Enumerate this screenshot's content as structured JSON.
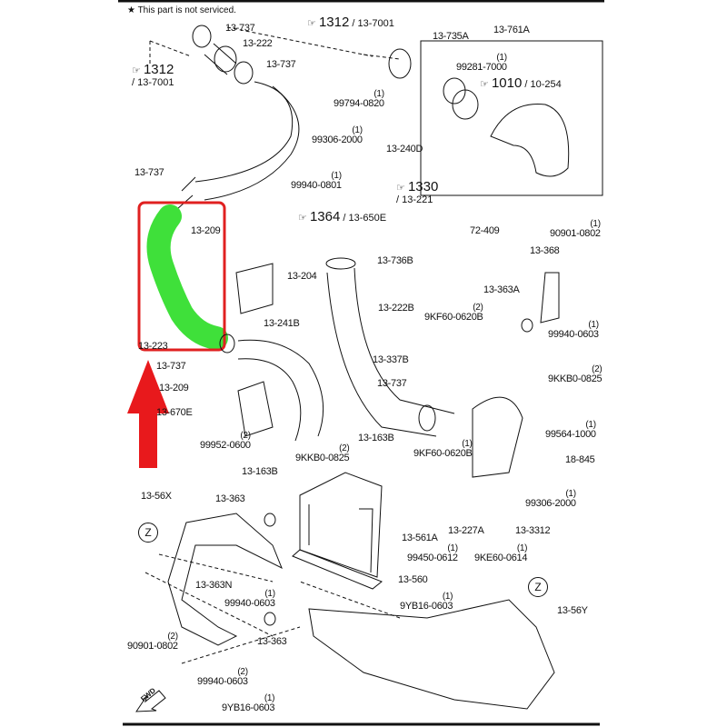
{
  "note": "★ This part is not serviced.",
  "references": [
    {
      "icon": "pointing-hand-icon",
      "num": "1312",
      "sub": "/ 13-7001"
    },
    {
      "icon": "pointing-hand-icon",
      "num": "1312",
      "sub": "/ 13-7001"
    },
    {
      "icon": "pointing-hand-icon",
      "num": "1010",
      "sub": "/ 10-254"
    },
    {
      "icon": "pointing-hand-icon",
      "num": "1330",
      "sub": "/ 13-221"
    },
    {
      "icon": "pointing-hand-icon",
      "num": "1364",
      "sub": "/ 13-650E"
    }
  ],
  "labels": [
    {
      "text": "13-737"
    },
    {
      "text": "13-222"
    },
    {
      "text": "13-737"
    },
    {
      "text": "99794-0820",
      "qty": "(1)"
    },
    {
      "text": "99306-2000",
      "qty": "(1)"
    },
    {
      "text": "13-240D"
    },
    {
      "text": "99940-0801",
      "qty": "(1)"
    },
    {
      "text": "13-737"
    },
    {
      "text": "13-735A"
    },
    {
      "text": "13-761A"
    },
    {
      "text": "99281-7000",
      "qty": "(1)"
    },
    {
      "text": "72-409"
    },
    {
      "text": "13-209"
    },
    {
      "text": "13-204"
    },
    {
      "text": "13-736B"
    },
    {
      "text": "13-222B"
    },
    {
      "text": "13-241B"
    },
    {
      "text": "13-223"
    },
    {
      "text": "13-737"
    },
    {
      "text": "13-209"
    },
    {
      "text": "13-670E"
    },
    {
      "text": "99952-0600",
      "qty": "(2)"
    },
    {
      "text": "9KKB0-0825",
      "qty": "(2)"
    },
    {
      "text": "13-163B"
    },
    {
      "text": "13-163B"
    },
    {
      "text": "13-337B"
    },
    {
      "text": "13-737"
    },
    {
      "text": "9KF60-0620B",
      "qty": "(2)"
    },
    {
      "text": "13-363A"
    },
    {
      "text": "13-368"
    },
    {
      "text": "90901-0802",
      "qty": "(1)"
    },
    {
      "text": "99940-0603",
      "qty": "(1)"
    },
    {
      "text": "9KKB0-0825",
      "qty": "(2)"
    },
    {
      "text": "99564-1000",
      "qty": "(1)"
    },
    {
      "text": "18-845"
    },
    {
      "text": "9KF60-0620B",
      "qty": "(1)"
    },
    {
      "text": "99306-2000",
      "qty": "(1)"
    },
    {
      "text": "13-3312"
    },
    {
      "text": "13-227A"
    },
    {
      "text": "9KE60-0614",
      "qty": "(1)"
    },
    {
      "text": "99450-0612",
      "qty": "(1)"
    },
    {
      "text": "13-561A"
    },
    {
      "text": "13-560"
    },
    {
      "text": "13-56X"
    },
    {
      "text": "13-363"
    },
    {
      "text": "13-363N"
    },
    {
      "text": "99940-0603",
      "qty": "(1)"
    },
    {
      "text": "90901-0802",
      "qty": "(2)"
    },
    {
      "text": "13-363"
    },
    {
      "text": "99940-0603",
      "qty": "(2)"
    },
    {
      "text": "9YB16-0603",
      "qty": "(1)"
    },
    {
      "text": "9YB16-0603",
      "qty": "(1)"
    },
    {
      "text": "13-56Y"
    }
  ],
  "markers": [
    "Z",
    "Z"
  ],
  "fwd": "FWD",
  "colors": {
    "highlight_hose": "#3fe03a",
    "highlight_box": "#e02020",
    "arrow": "#e8191c"
  }
}
